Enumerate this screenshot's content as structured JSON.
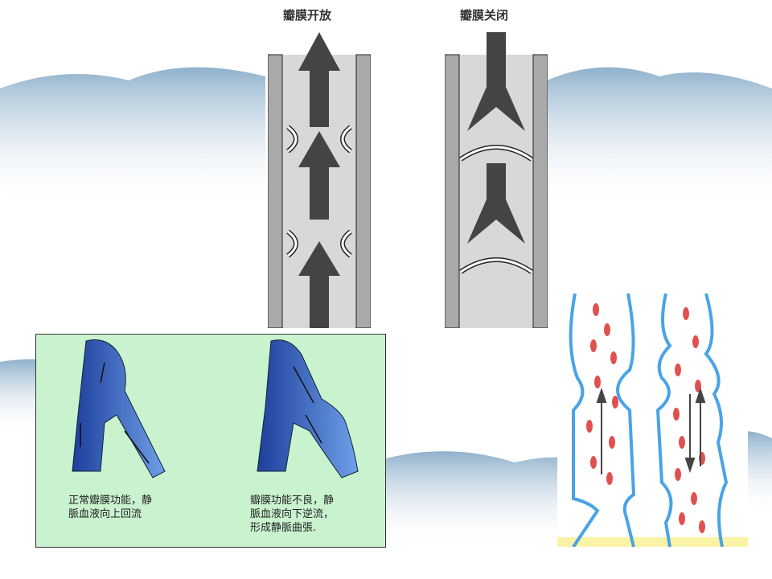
{
  "valve_open": {
    "title": "瓣膜开放"
  },
  "valve_closed": {
    "title": "瓣膜关闭"
  },
  "panel": {
    "normal_caption": "正常瓣膜功能，静\n脈血液向上回流",
    "abnormal_caption": "瓣膜功能不良，静\n脈血液向下逆流，\n形成静脈曲張."
  },
  "colors": {
    "panel_bg": "#c9f2cf",
    "vein": "#3a6fc4",
    "cell": "#e0504f",
    "vein_outline": "#4aa3e6"
  }
}
